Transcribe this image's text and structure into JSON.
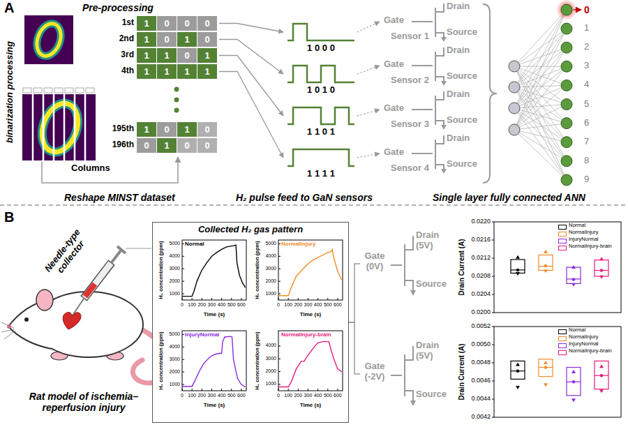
{
  "diagram": {
    "nodes": [
      {
        "text": [
          "Gate",
          "Drain",
          "Source",
          "Sensor 1"
        ]
      },
      {
        "text": [
          "Gate",
          "Drain",
          "Source",
          "Sensor 2"
        ]
      },
      {
        "text": [
          "Gate",
          "Drain",
          "Source",
          "Sensor 3"
        ]
      },
      {
        "text": [
          "Gate",
          "Drain",
          "Source",
          "Sensor 4"
        ]
      },
      {
        "text": [
          "Collected H₂ gas pattern"
        ]
      },
      {
        "text": [
          "Normal",
          "H₂ concentration (ppm)",
          "Time (s)",
          "1000",
          "2000",
          "3000",
          "4000",
          "5000",
          "0",
          "100",
          "200",
          "300",
          "400",
          "500",
          "600"
        ],
        "in": 4
      },
      {
        "text": [
          "NormalInjury",
          "H₂ concentration (ppm)",
          "Time (s)",
          "1000",
          "2000",
          "3000",
          "4000",
          "5000",
          "0",
          "100",
          "200",
          "300",
          "400",
          "500",
          "600"
        ],
        "in": 4
      },
      {
        "text": [
          "InjuryNormal",
          "H₂ concentration (ppm)",
          "Time (s)",
          "1000",
          "2000",
          "3000",
          "4000",
          "5000",
          "0",
          "100",
          "200",
          "300",
          "400",
          "500",
          "600"
        ],
        "in": 4
      },
      {
        "text": [
          "NormalInjury-brain",
          "H₂ concentration (ppm)",
          "Time (s)",
          "1000",
          "2000",
          "3000",
          "4000",
          "0",
          "100",
          "200",
          "300",
          "400",
          "500",
          "600"
        ],
        "in": 4
      },
      {
        "text": [
          "Gate (0V)",
          "Drain (5V)",
          "Source"
        ]
      },
      {
        "text": [
          "Gate (-2V)",
          "Drain (5V)",
          "Source"
        ]
      },
      {
        "text": [
          "Drain Current (A)",
          "0.0200",
          "0.0204",
          "0.0208",
          "0.0212",
          "0.0216",
          "0.0220"
        ]
      },
      {
        "text": [
          "Drain Current (A)",
          "0.0042",
          "0.0044",
          "0.0046",
          "0.0048",
          "0.0050",
          "0.0052"
        ]
      }
    ],
    "edges": [
      {
        "from": 4,
        "to": 9,
        "arrow": "none"
      },
      {
        "from": 4,
        "to": 10,
        "arrow": "none"
      }
    ],
    "labels": [
      "A",
      "Pre-processing",
      "binarization processing",
      "1st",
      "2nd",
      "3rd",
      "4th",
      "195th",
      "196th",
      "1",
      "0",
      "0",
      "0",
      "1",
      "0",
      "1",
      "0",
      "1",
      "1",
      "0",
      "1",
      "1",
      "1",
      "1",
      "1",
      "1",
      "0",
      "1",
      "0",
      "0",
      "1",
      "0",
      "0",
      "Columns",
      "Reshape MINST dataset",
      "1 0 0 0",
      "1 0 1 0",
      "1 1 0 1",
      "1 1 1 1",
      "H₂ pulse feed to GaN sensors",
      "0",
      "1",
      "2",
      "3",
      "4",
      "5",
      "6",
      "7",
      "8",
      "9",
      "Single layer fully connected ANN",
      "B",
      "Needle-type collector",
      "Rat model of ischemia–reperfusion injury"
    ],
    "legend": [
      {
        "text": "Normal",
        "color": "#000000"
      },
      {
        "text": "NormalInjury",
        "color": "#f08a24"
      },
      {
        "text": "InjuryNormal",
        "color": "#8a2be2"
      },
      {
        "text": "NormalInjury-brain",
        "color": "#e8197d"
      },
      {
        "text": "Normal",
        "color": "#000000"
      },
      {
        "text": "NormalInjury",
        "color": "#f08a24"
      },
      {
        "text": "InjuryNormal",
        "color": "#8a2be2"
      },
      {
        "text": "NormalInjury-brain",
        "color": "#e8197d"
      }
    ]
  }
}
